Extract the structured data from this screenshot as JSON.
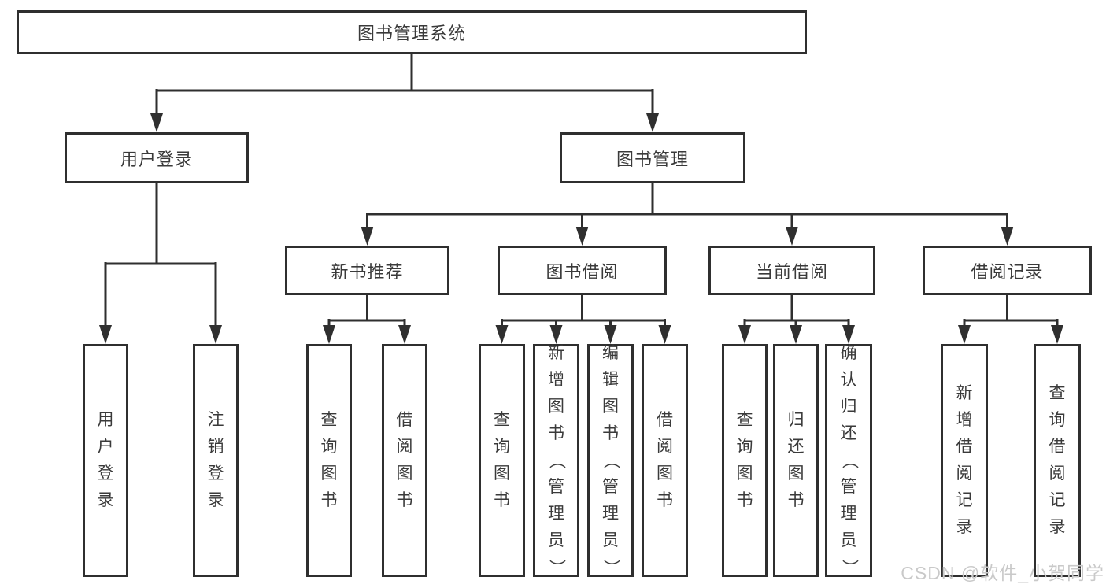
{
  "title": "图书管理系统",
  "branches": {
    "user": {
      "label": "用户登录",
      "leaves": [
        "用户登录",
        "注销登录"
      ]
    },
    "mgmt": {
      "label": "图书管理",
      "groups": [
        {
          "label": "新书推荐",
          "leaves": [
            "查询图书",
            "借阅图书"
          ]
        },
        {
          "label": "图书借阅",
          "leaves": [
            "查询图书",
            "新增图书（管理员）",
            "编辑图书（管理员）",
            "借阅图书"
          ]
        },
        {
          "label": "当前借阅",
          "leaves": [
            "查询图书",
            "归还图书",
            "确认归还（管理员）"
          ]
        },
        {
          "label": "借阅记录",
          "leaves": [
            "新增借阅记录",
            "查询借阅记录"
          ]
        }
      ]
    }
  },
  "watermark": "CSDN @软件_小贺同学",
  "colors": {
    "line": "#2f2f2f",
    "text": "#3a3a3a",
    "box_background": "#ffffff",
    "watermark": "#c9c9c9",
    "background": "#ffffff"
  }
}
